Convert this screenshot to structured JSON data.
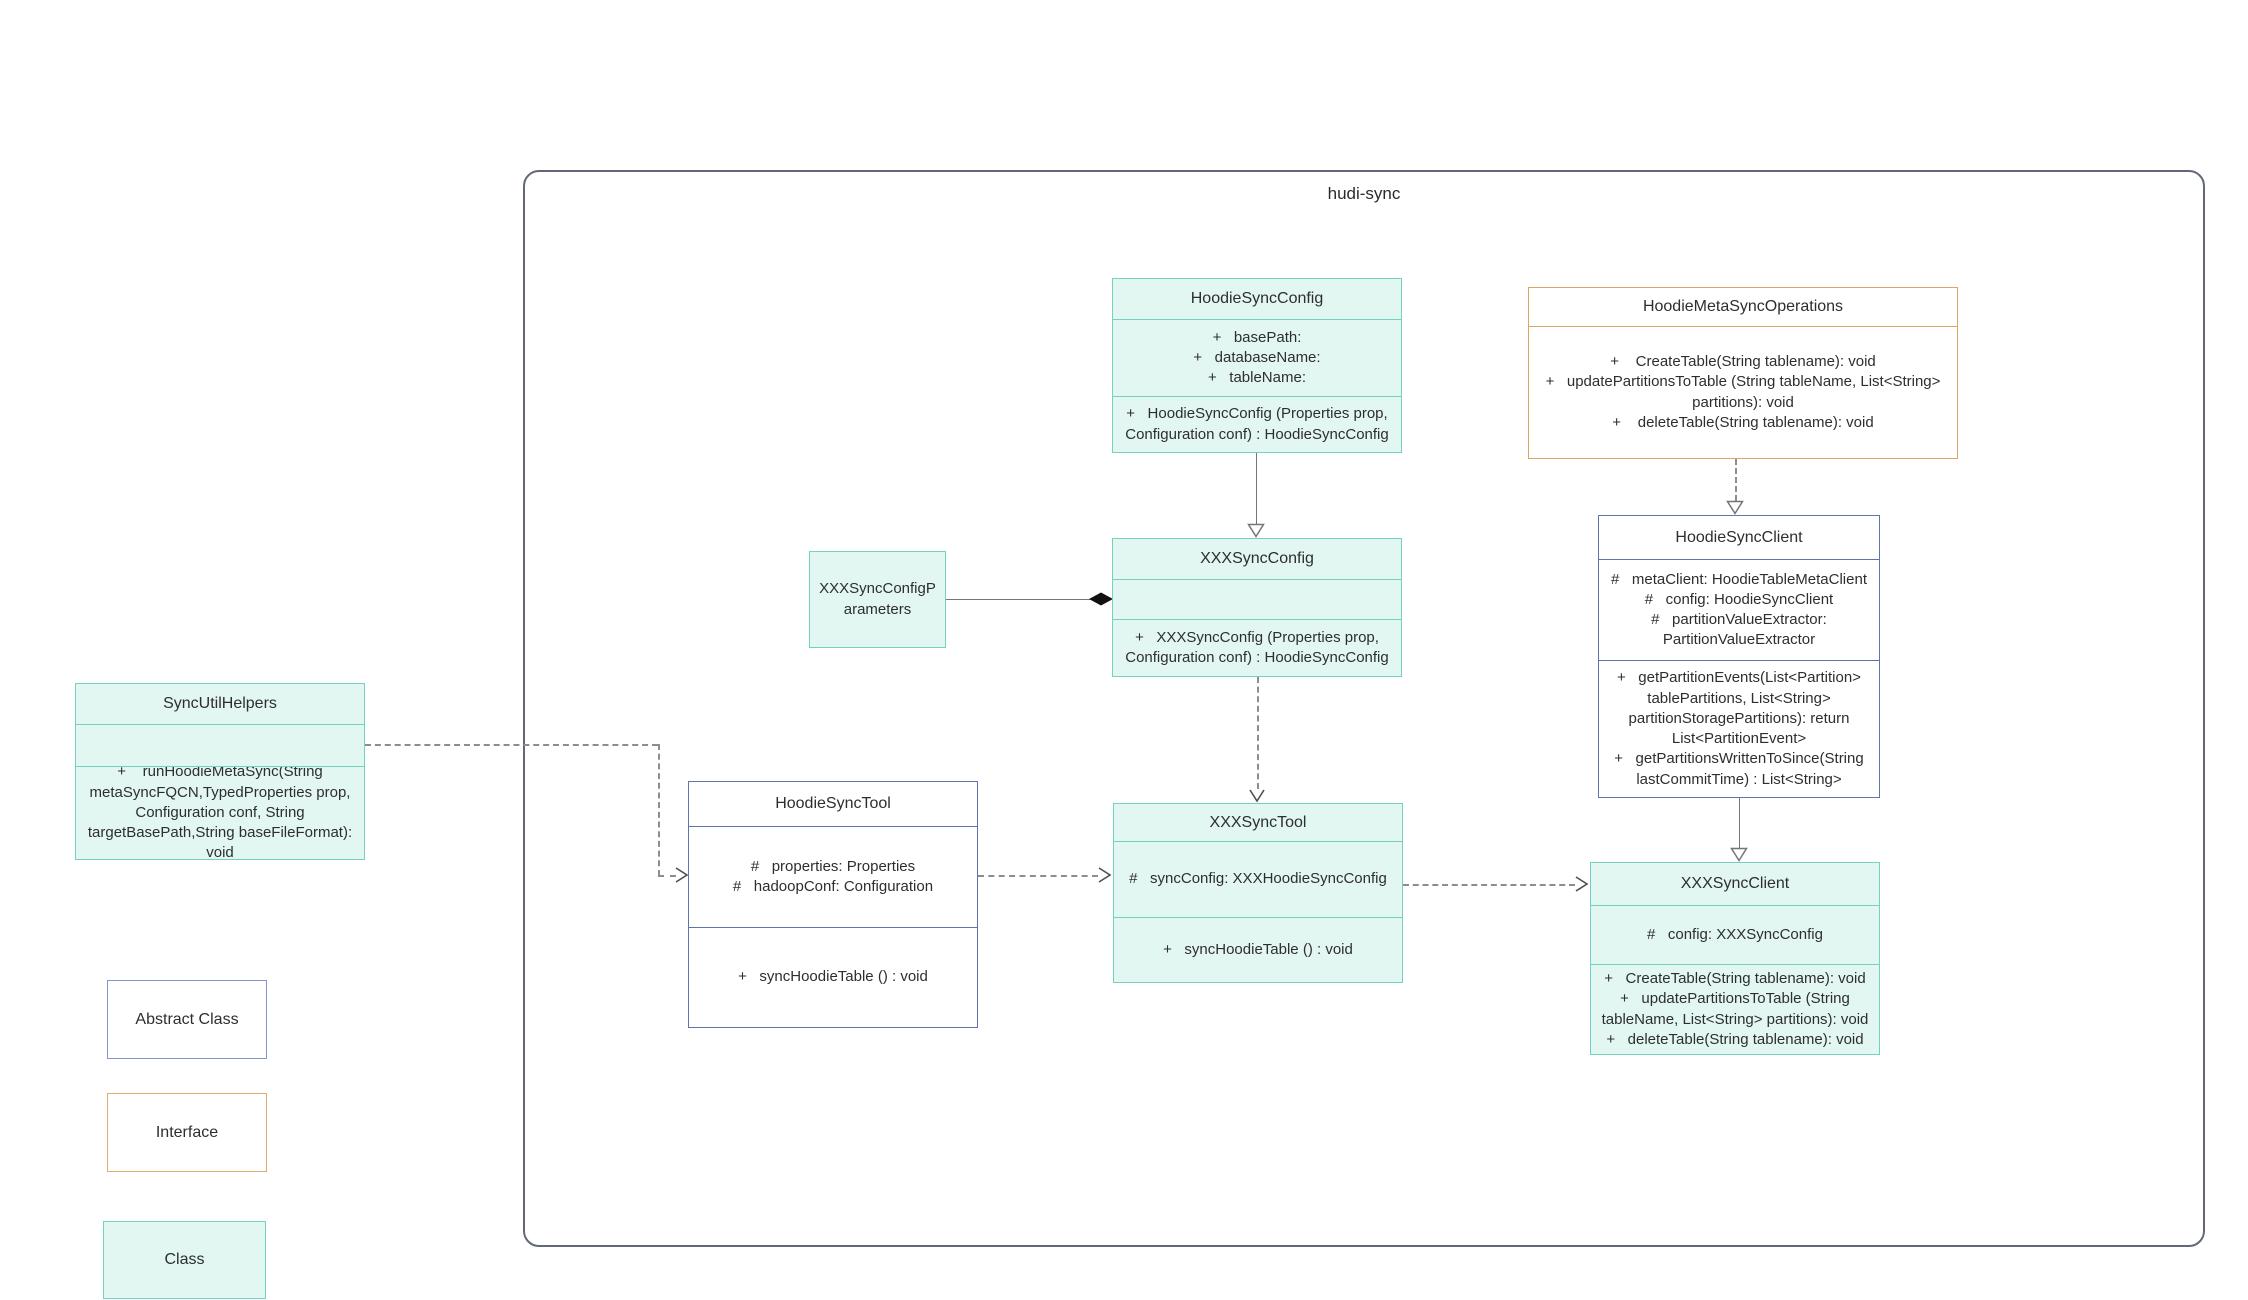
{
  "diagram": {
    "container_label": "hudi-sync"
  },
  "classes": {
    "hoodieSyncConfig": {
      "title": "HoodieSyncConfig",
      "fields": [
        "+   basePath:",
        "+   databaseName:",
        "+   tableName:"
      ],
      "methods": [
        "+   HoodieSyncConfig (Properties prop, Configuration conf) : HoodieSyncConfig"
      ]
    },
    "hoodieMetaSyncOperations": {
      "title": "HoodieMetaSyncOperations",
      "methods": [
        "+    CreateTable(String tablename): void",
        "+   updatePartitionsToTable (String tableName, List<String> partitions): void",
        "+    deleteTable(String tablename): void"
      ]
    },
    "xxxSyncConfig": {
      "title": "XXXSyncConfig",
      "methods": [
        "+   XXXSyncConfig (Properties prop, Configuration conf) : HoodieSyncConfig"
      ]
    },
    "xxxSyncConfigParameters": {
      "title": "XXXSyncConfigParameters"
    },
    "hoodieSyncClient": {
      "title": "HoodieSyncClient",
      "fields": [
        "#   metaClient: HoodieTableMetaClient",
        "#   config: HoodieSyncClient",
        "#   partitionValueExtractor: PartitionValueExtractor"
      ],
      "methods": [
        "+   getPartitionEvents(List<Partition> tablePartitions, List<String> partitionStoragePartitions): return List<PartitionEvent>",
        "+   getPartitionsWrittenToSince(String lastCommitTime) : List<String>"
      ]
    },
    "syncUtilHelpers": {
      "title": "SyncUtilHelpers",
      "methods": [
        "+    runHoodieMetaSync(String metaSyncFQCN,TypedProperties prop, Configuration conf, String targetBasePath,String baseFileFormat): void"
      ]
    },
    "hoodieSyncTool": {
      "title": "HoodieSyncTool",
      "fields": [
        "#   properties: Properties",
        "#   hadoopConf: Configuration"
      ],
      "methods": [
        "+   syncHoodieTable () : void"
      ]
    },
    "xxxSyncTool": {
      "title": "XXXSyncTool",
      "fields": [
        "#   syncConfig: XXXHoodieSyncConfig"
      ],
      "methods": [
        "+   syncHoodieTable () : void"
      ]
    },
    "xxxSyncClient": {
      "title": "XXXSyncClient",
      "fields": [
        "#   config: XXXSyncConfig"
      ],
      "methods": [
        "+   CreateTable(String tablename): void",
        "+   updatePartitionsToTable (String tableName, List<String> partitions): void",
        "+   deleteTable(String tablename): void"
      ]
    }
  },
  "legend": [
    {
      "label": "Abstract Class"
    },
    {
      "label": "Interface"
    },
    {
      "label": "Class"
    }
  ],
  "colors": {
    "class_fill": "#e2f7f1",
    "class_border": "#74d0c0",
    "abstract_border": "#5f74ad",
    "interface_border": "#d8a766",
    "legend_abstract_border": "#8492ce",
    "container_border": "#62687a",
    "connector_gray": "#757575",
    "dashed_gray": "#8d8d8d",
    "diamond_black": "#111111"
  }
}
